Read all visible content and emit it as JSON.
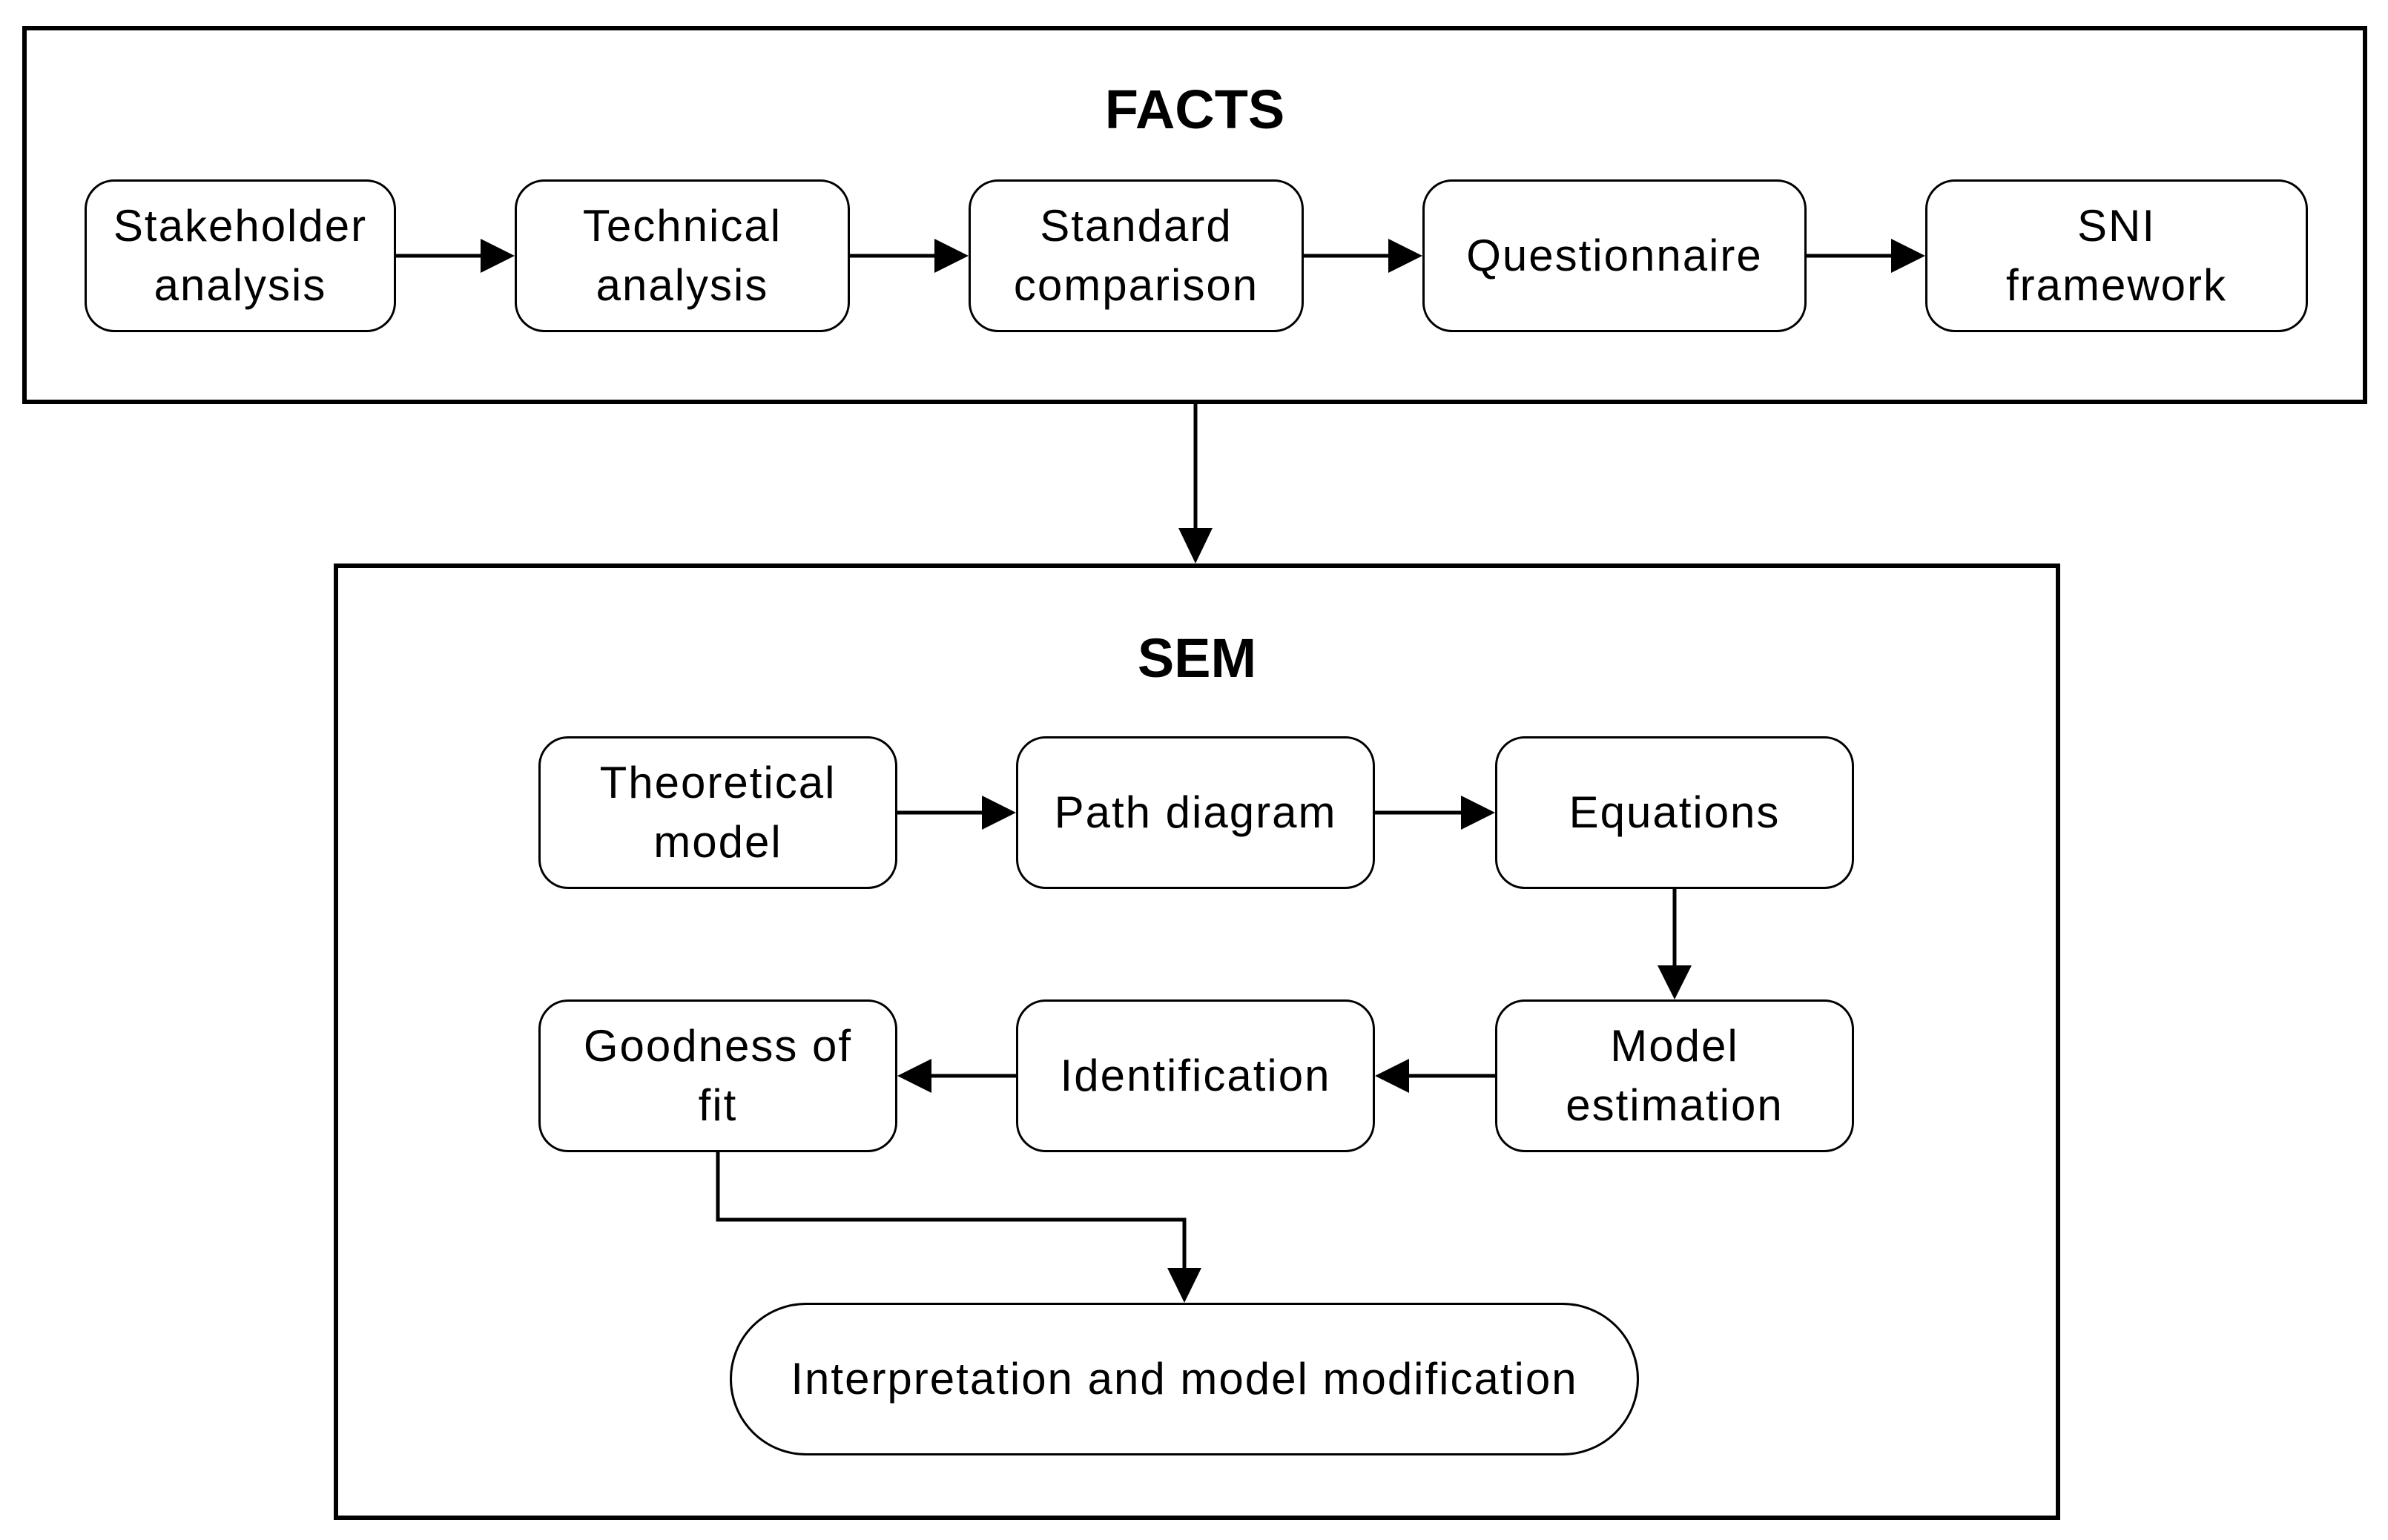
{
  "facts": {
    "title": "FACTS",
    "steps": [
      "Stakeholder\nanalysis",
      "Technical\nanalysis",
      "Standard\ncomparison",
      "Questionnaire",
      "SNI\nframework"
    ]
  },
  "sem": {
    "title": "SEM",
    "steps": {
      "theoretical_model": "Theoretical\nmodel",
      "path_diagram": "Path diagram",
      "equations": "Equations",
      "model_estimation": "Model\nestimation",
      "identification": "Identification",
      "goodness_of_fit": "Goodness of\nfit",
      "interpretation": "Interpretation and model modification"
    }
  }
}
